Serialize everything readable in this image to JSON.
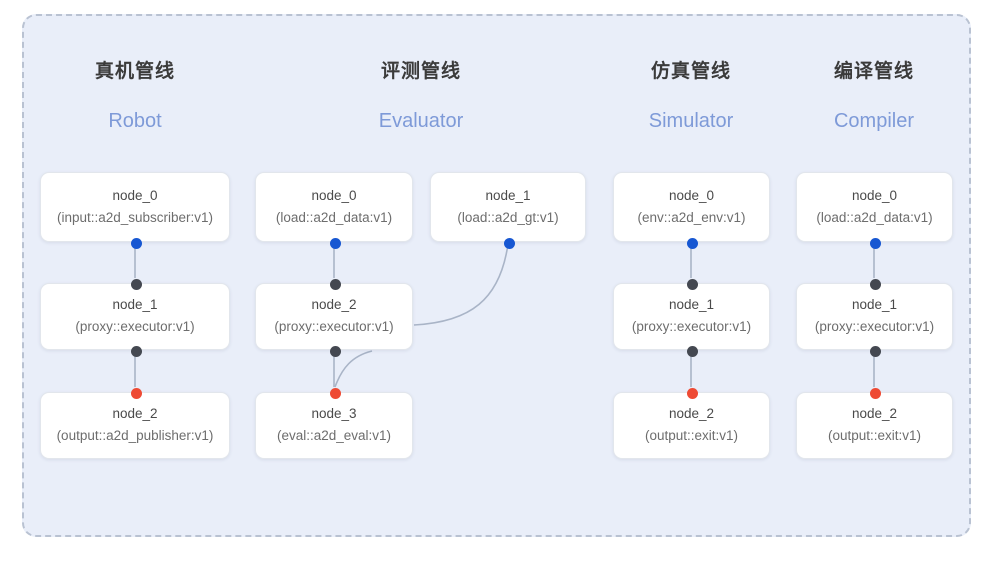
{
  "diagram": {
    "background": "#ffffff",
    "panel_fill": "#e9eef9",
    "panel_border": "#b9c2d2",
    "accent_blue": "#1757d2",
    "accent_dark": "#444851",
    "accent_red": "#ee4a34",
    "header_en_color": "#7e9ad8",
    "header_cn_color": "#3b3b3b",
    "wire_color": "#a9b4c7"
  },
  "columns": [
    {
      "id": "robot",
      "title_cn": "真机管线",
      "title_en": "Robot",
      "nodes": [
        {
          "id": "robot-0",
          "name": "node_0",
          "spec": "(input::a2d_subscriber:v1)"
        },
        {
          "id": "robot-1",
          "name": "node_1",
          "spec": "(proxy::executor:v1)"
        },
        {
          "id": "robot-2",
          "name": "node_2",
          "spec": "(output::a2d_publisher:v1)"
        }
      ]
    },
    {
      "id": "evaluator",
      "title_cn": "评测管线",
      "title_en": "Evaluator",
      "nodes": [
        {
          "id": "eval-0",
          "name": "node_0",
          "spec": "(load::a2d_data:v1)"
        },
        {
          "id": "eval-gt",
          "name": "node_1",
          "spec": "(load::a2d_gt:v1)"
        },
        {
          "id": "eval-2",
          "name": "node_2",
          "spec": "(proxy::executor:v1)"
        },
        {
          "id": "eval-3",
          "name": "node_3",
          "spec": "(eval::a2d_eval:v1)"
        }
      ]
    },
    {
      "id": "simulator",
      "title_cn": "仿真管线",
      "title_en": "Simulator",
      "nodes": [
        {
          "id": "sim-0",
          "name": "node_0",
          "spec": "(env::a2d_env:v1)"
        },
        {
          "id": "sim-1",
          "name": "node_1",
          "spec": "(proxy::executor:v1)"
        },
        {
          "id": "sim-2",
          "name": "node_2",
          "spec": "(output::exit:v1)"
        }
      ]
    },
    {
      "id": "compiler",
      "title_cn": "编译管线",
      "title_en": "Compiler",
      "nodes": [
        {
          "id": "comp-0",
          "name": "node_0",
          "spec": "(load::a2d_data:v1)"
        },
        {
          "id": "comp-1",
          "name": "node_1",
          "spec": "(proxy::executor:v1)"
        },
        {
          "id": "comp-2",
          "name": "node_2",
          "spec": "(output::exit:v1)"
        }
      ]
    }
  ]
}
